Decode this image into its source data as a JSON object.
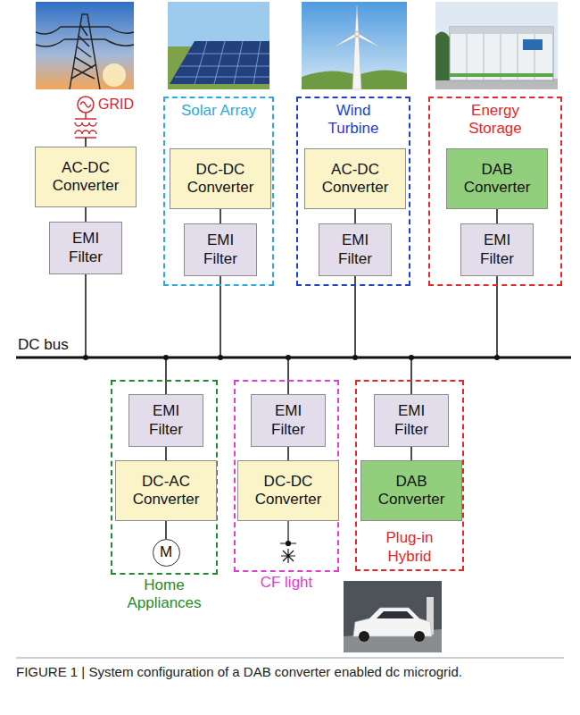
{
  "diagram": {
    "caption": "FIGURE 1 | System configuration of a DAB converter enabled dc microgrid.",
    "nodes": [
      {
        "text": [
          "AC-DC Converter"
        ]
      },
      {
        "text": [
          "EMI Filter"
        ]
      },
      {
        "text": [
          "Solar Array"
        ]
      },
      {
        "text": [
          "DC-DC Converter"
        ],
        "in": 2
      },
      {
        "text": [
          "EMI Filter"
        ],
        "in": 2
      },
      {
        "text": [
          "Wind Turbine"
        ]
      },
      {
        "text": [
          "AC-DC Converter"
        ],
        "in": 5
      },
      {
        "text": [
          "EMI Filter"
        ],
        "in": 5
      },
      {
        "text": [
          "Energy Storage"
        ]
      },
      {
        "text": [
          "DAB Converter"
        ],
        "in": 8
      },
      {
        "text": [
          "EMI Filter"
        ],
        "in": 8
      },
      {
        "text": [
          "Home Appliances"
        ]
      },
      {
        "text": [
          "EMI Filter"
        ],
        "in": 11
      },
      {
        "text": [
          "DC-AC Converter"
        ],
        "in": 11
      },
      {
        "text": [
          "M"
        ],
        "in": 11
      },
      {
        "text": [
          "CF light"
        ]
      },
      {
        "text": [
          "EMI Filter"
        ],
        "in": 15
      },
      {
        "text": [
          "DC-DC Converter"
        ],
        "in": 15
      },
      {
        "text": [
          "Plug-in Hybrid"
        ]
      },
      {
        "text": [
          "EMI Filter"
        ],
        "in": 18
      },
      {
        "text": [
          "DAB Converter"
        ],
        "in": 18
      }
    ],
    "edges": [
      {
        "from": 0,
        "to": 1,
        "arrow": "none"
      },
      {
        "from": 3,
        "to": 4,
        "arrow": "none"
      },
      {
        "from": 6,
        "to": 7,
        "arrow": "none"
      },
      {
        "from": 9,
        "to": 10,
        "arrow": "none"
      },
      {
        "from": 12,
        "to": 13,
        "arrow": "none"
      },
      {
        "from": 13,
        "to": 14,
        "arrow": "none"
      },
      {
        "from": 16,
        "to": 17,
        "arrow": "none"
      },
      {
        "from": 19,
        "to": 20,
        "arrow": "none"
      }
    ],
    "labels": [
      "GRID",
      "DC bus"
    ]
  }
}
